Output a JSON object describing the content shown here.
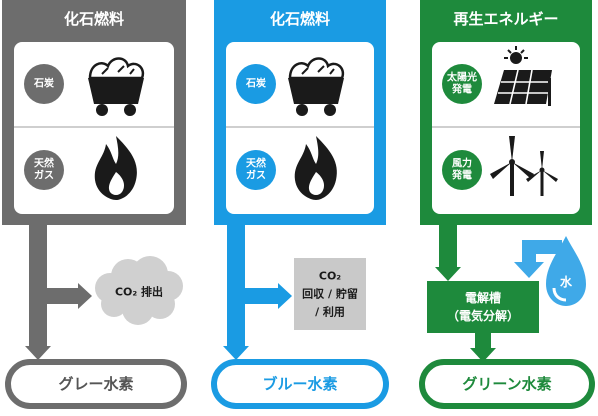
{
  "colors": {
    "gray": "#6d6d6d",
    "blue": "#1a9be3",
    "green": "#1e8a3c",
    "icon_dark": "#1a1a1a",
    "cloud": "#d0d0d0",
    "co2_box": "#c9c9c9",
    "water": "#3fa9e8"
  },
  "columns": [
    {
      "title": "化石燃料",
      "sources": [
        [
          "石炭"
        ],
        [
          "天然",
          "ガス"
        ]
      ],
      "icons": [
        "coal-cart-icon",
        "flame-icon"
      ],
      "process": [
        "CO₂ 排出"
      ],
      "result": "グレー水素"
    },
    {
      "title": "化石燃料",
      "sources": [
        [
          "石炭"
        ],
        [
          "天然",
          "ガス"
        ]
      ],
      "icons": [
        "coal-cart-icon",
        "flame-icon"
      ],
      "process": [
        "CO₂",
        "回収 / 貯留",
        "/ 利用"
      ],
      "result": "ブルー水素"
    },
    {
      "title": "再生エネルギー",
      "sources": [
        [
          "太陽光",
          "発電"
        ],
        [
          "風力",
          "発電"
        ]
      ],
      "icons": [
        "solar-panel-icon",
        "wind-turbine-icon"
      ],
      "process": [
        "電解槽",
        "（電気分解）"
      ],
      "extra": "水",
      "result": "グリーン水素"
    }
  ]
}
